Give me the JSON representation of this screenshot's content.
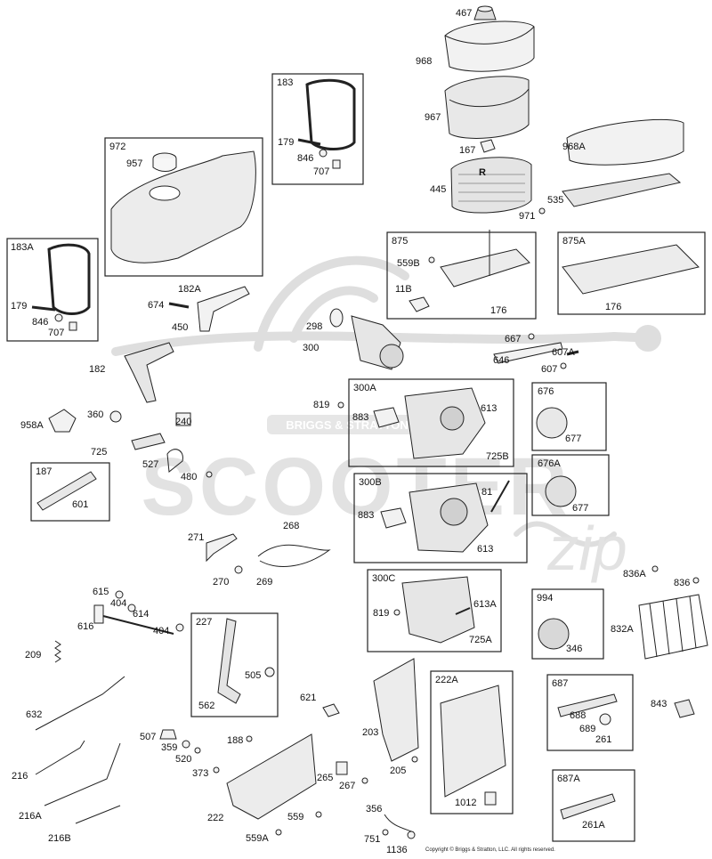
{
  "colors": {
    "ink": "#222222",
    "part_fill": "#f2f2f2",
    "part_shade": "#d6d6d6",
    "watermark": "#dcdcdc"
  },
  "watermark": {
    "logo_text": "BRIGGS & STRATTON",
    "brand_text": "SCOOTER",
    "brand_script": "zip"
  },
  "copyright": "Copyright © Briggs & Stratton, LLC. All rights reserved.",
  "boxes": [
    {
      "id": "183",
      "title": "183"
    },
    {
      "id": "972",
      "title": "972"
    },
    {
      "id": "183A",
      "title": "183A"
    },
    {
      "id": "875",
      "title": "875"
    },
    {
      "id": "875A",
      "title": "875A"
    },
    {
      "id": "300A",
      "title": "300A"
    },
    {
      "id": "676",
      "title": "676"
    },
    {
      "id": "676A",
      "title": "676A"
    },
    {
      "id": "187",
      "title": "187"
    },
    {
      "id": "300B",
      "title": "300B"
    },
    {
      "id": "300C",
      "title": "300C"
    },
    {
      "id": "994",
      "title": "994"
    },
    {
      "id": "227",
      "title": "227"
    },
    {
      "id": "222A",
      "title": "222A"
    },
    {
      "id": "687",
      "title": "687"
    },
    {
      "id": "687A",
      "title": "687A"
    }
  ],
  "labels": [
    "467",
    "968",
    "967",
    "167",
    "445",
    "971",
    "968A",
    "535",
    "179",
    "846",
    "707",
    "957",
    "559B",
    "11B",
    "176",
    "176",
    "179",
    "846",
    "707",
    "674",
    "182A",
    "450",
    "298",
    "300",
    "667",
    "646",
    "607A",
    "607",
    "182",
    "819",
    "883",
    "613",
    "725B",
    "958A",
    "360",
    "240",
    "725",
    "527",
    "480",
    "601",
    "883",
    "81",
    "613",
    "271",
    "268",
    "270",
    "269",
    "819",
    "613A",
    "725A",
    "836A",
    "836",
    "832A",
    "346",
    "615",
    "404",
    "614",
    "616",
    "404",
    "209",
    "505",
    "562",
    "621",
    "632",
    "507",
    "359",
    "520",
    "188",
    "373",
    "203",
    "205",
    "222",
    "265",
    "267",
    "559",
    "216",
    "216A",
    "216B",
    "559A",
    "356",
    "751",
    "1136",
    "1012",
    "688",
    "689",
    "261",
    "843",
    "261A",
    "677",
    "677",
    "R"
  ]
}
